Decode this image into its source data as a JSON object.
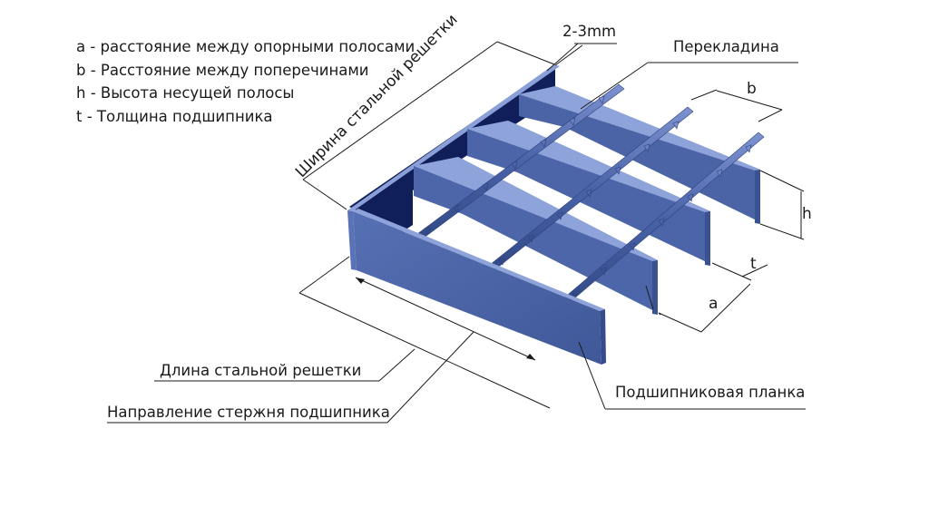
{
  "legend": [
    "a - расстояние между опорными полосами",
    "b - Расстояние между поперечинами",
    "h - Высота несущей полосы",
    "t  - Толщина подшипника"
  ],
  "labels": {
    "width": "Ширина стальной решетки",
    "thickness_2_3mm": "2-3mm",
    "crossbar": "Перекладина",
    "length": "Длина стальной решетки",
    "direction": "Направление стержня подшипника",
    "bearing_bar": "Подшипниковая планка"
  },
  "dims": {
    "a": "a",
    "b": "b",
    "h": "h",
    "t": "t"
  },
  "colors": {
    "bar_face": "#4a65a8",
    "bar_top": "#8096d2",
    "bar_inner": "#0e1f5e",
    "crossbar": "#5a72b8",
    "line": "#1a1a1a"
  }
}
